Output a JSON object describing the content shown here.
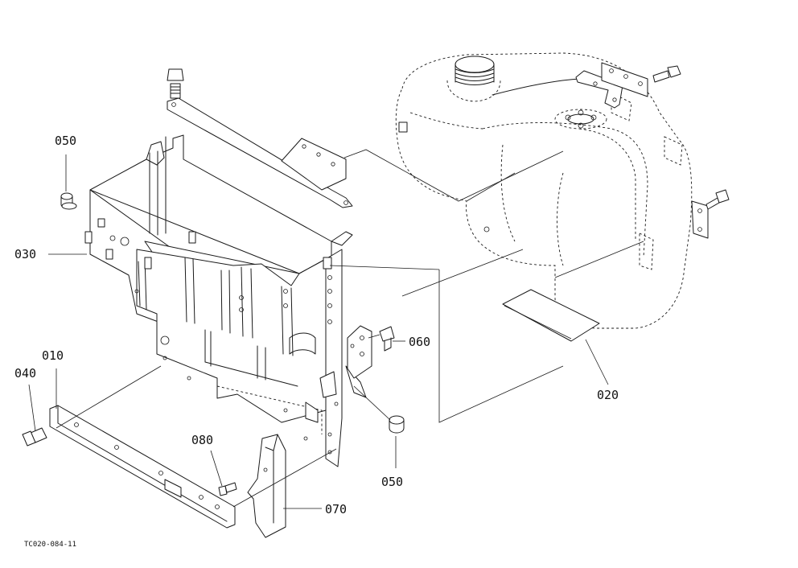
{
  "figure_code": "TC020-084-11",
  "callouts": {
    "p010": "010",
    "p020": "020",
    "p030": "030",
    "p040": "040",
    "p050_top": "050",
    "p050_bottom": "050",
    "p060": "060",
    "p070": "070",
    "p080": "080"
  }
}
